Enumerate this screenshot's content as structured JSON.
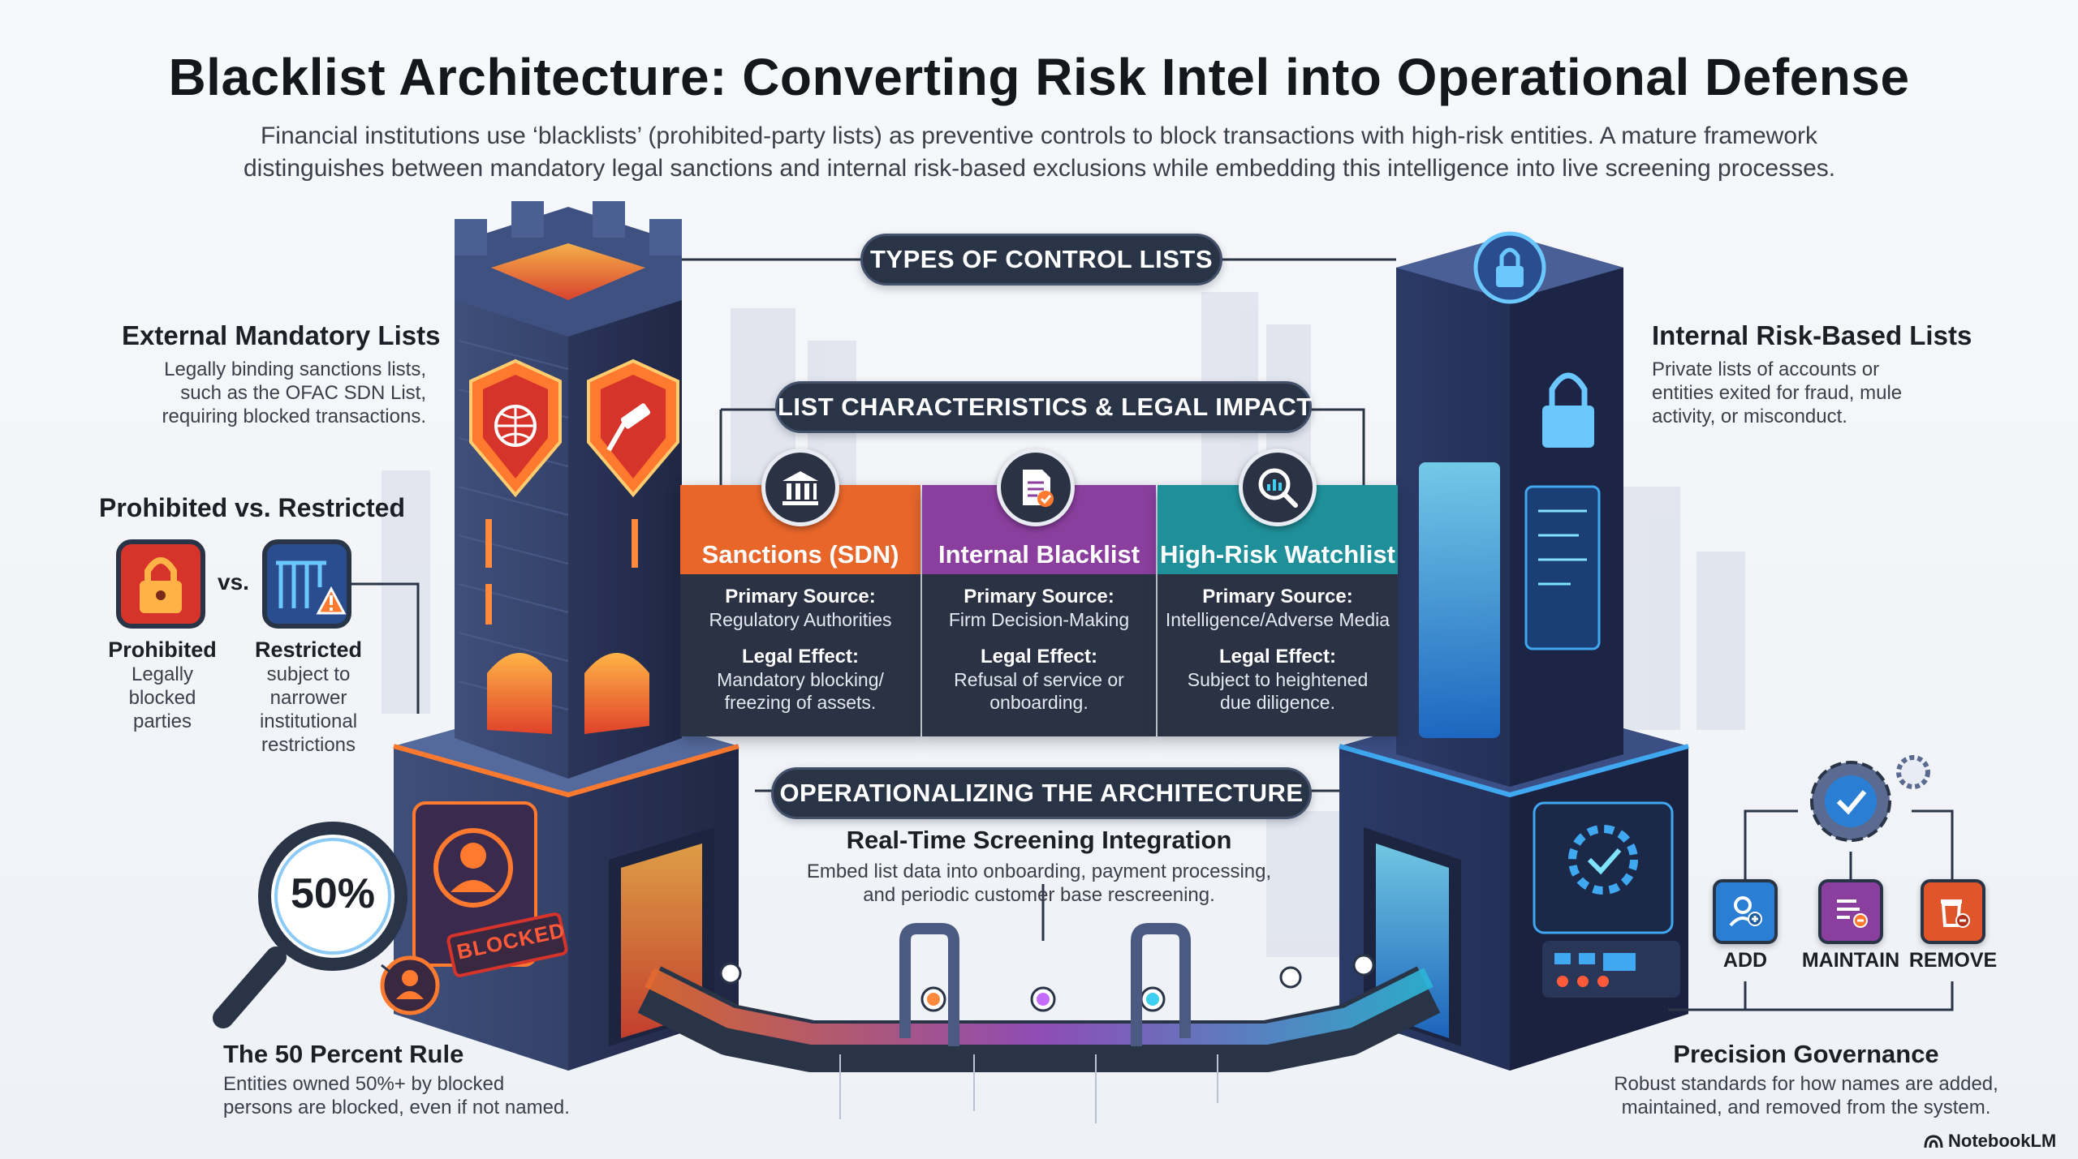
{
  "title": "Blacklist Architecture: Converting Risk Intel into Operational Defense",
  "subtitle": {
    "line1": "Financial institutions use ‘blacklists’ (prohibited-party lists) as preventive controls to block transactions with high-risk entities. A mature framework",
    "line2": "distinguishes between mandatory legal sanctions and internal risk-based exclusions while embedding this intelligence into live screening processes."
  },
  "pills": {
    "types": "TYPES OF CONTROL LISTS",
    "characteristics": "LIST CHARACTERISTICS & LEGAL IMPACT",
    "operational": "OPERATIONALIZING THE ARCHITECTURE"
  },
  "external": {
    "title": "External Mandatory Lists",
    "lines": [
      "Legally binding sanctions lists,",
      "such as the OFAC SDN List,",
      "requiring blocked transactions."
    ]
  },
  "internal": {
    "title": "Internal Risk-Based Lists",
    "lines": [
      "Private lists of accounts or",
      "entities exited for fraud, mule",
      "activity, or misconduct."
    ]
  },
  "prohibited_restricted": {
    "title": "Prohibited vs. Restricted",
    "vs": "vs.",
    "prohibited": {
      "title": "Prohibited",
      "lines": [
        "Legally",
        "blocked",
        "parties"
      ]
    },
    "restricted": {
      "title": "Restricted",
      "lines": [
        "subject to",
        "narrower",
        "institutional",
        "restrictions"
      ]
    }
  },
  "columns": [
    {
      "name": "Sanctions (SDN)",
      "icon": "bank-icon",
      "color": "#e8662a",
      "source_label": "Primary Source:",
      "source": "Regulatory Authorities",
      "effect_label": "Legal Effect:",
      "effect": [
        "Mandatory blocking/",
        "freezing of assets."
      ]
    },
    {
      "name": "Internal Blacklist",
      "icon": "document-icon",
      "color": "#8a3f9e",
      "source_label": "Primary Source:",
      "source": "Firm Decision-Making",
      "effect_label": "Legal Effect:",
      "effect": [
        "Refusal of service or",
        "onboarding."
      ]
    },
    {
      "name": "High-Risk Watchlist",
      "icon": "magnifier-chart-icon",
      "color": "#1f8f99",
      "source_label": "Primary Source:",
      "source": "Intelligence/Adverse Media",
      "effect_label": "Legal Effect:",
      "effect": [
        "Subject to heightened",
        "due diligence."
      ]
    }
  ],
  "screening": {
    "title": "Real-Time Screening Integration",
    "lines": [
      "Embed list data into onboarding, payment processing,",
      "and periodic customer base rescreening."
    ]
  },
  "fifty": {
    "badge": "50%",
    "title": "The 50 Percent Rule",
    "lines": [
      "Entities owned 50%+ by blocked",
      "persons are blocked, even if not named."
    ]
  },
  "blocked_stamp": "BLOCKED",
  "governance": {
    "title": "Precision Governance",
    "lines": [
      "Robust standards for how names are added,",
      "maintained, and removed from the system."
    ],
    "actions": [
      {
        "label": "ADD",
        "color": "#2a7fd4",
        "icon": "add-user-icon"
      },
      {
        "label": "MAINTAIN",
        "color": "#8a3f9e",
        "icon": "edit-list-icon"
      },
      {
        "label": "REMOVE",
        "color": "#e0552a",
        "icon": "trash-icon"
      }
    ]
  },
  "brand": "NotebookLM",
  "colors": {
    "orange": "#e8662a",
    "purple": "#8a3f9e",
    "teal": "#1f8f99",
    "navy": "#2a3447",
    "blue": "#3fa8f0"
  }
}
